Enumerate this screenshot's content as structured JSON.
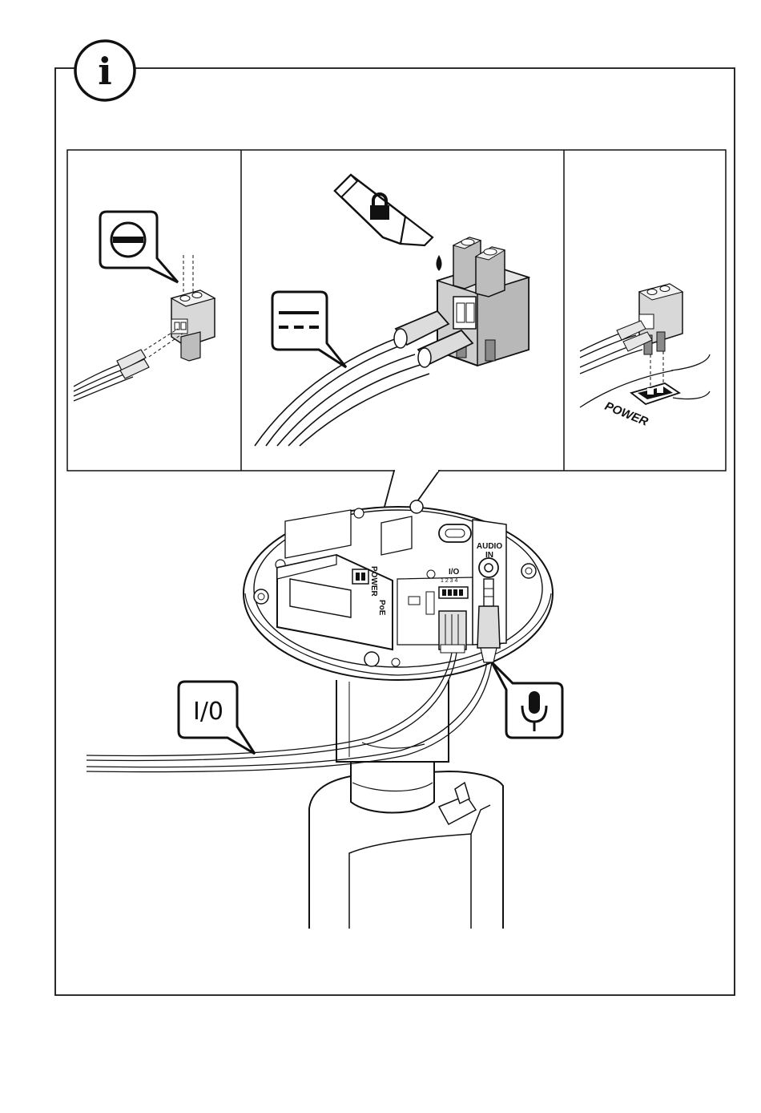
{
  "info_badge": {
    "icon": "info-icon",
    "glyph": "i"
  },
  "panel_left": {
    "icon": "flat-screwdriver-icon"
  },
  "panel_middle": {
    "icon_tube": "threadlocker-tube-icon",
    "icon_dc": "dc-power-icon"
  },
  "panel_right": {
    "port_label": "POWER"
  },
  "camera": {
    "port_power": "POWER",
    "port_poe": "PoE",
    "port_io": "I/O",
    "io_pins": "1 2 3 4",
    "port_audio_line1": "AUDIO",
    "port_audio_line2": "IN"
  },
  "callouts": {
    "io_label": "I/0",
    "mic_icon": "microphone-icon"
  },
  "colors": {
    "line": "#111111",
    "fill_light": "#d8d8d8",
    "fill_mid": "#bdbdbd",
    "fill_dark": "#8a8a8a"
  }
}
